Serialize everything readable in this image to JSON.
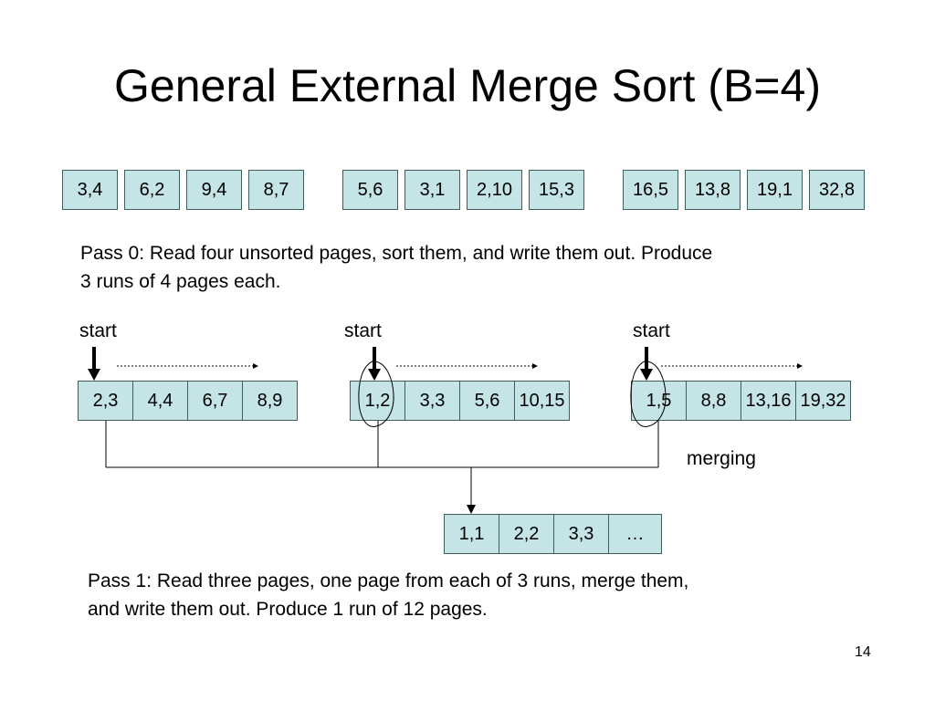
{
  "slide": {
    "title": "General External Merge Sort (B=4)",
    "number": "14"
  },
  "input_pages": [
    "3,4",
    "6,2",
    "9,4",
    "8,7",
    "5,6",
    "3,1",
    "2,10",
    "15,3",
    "16,5",
    "13,8",
    "19,1",
    "32,8"
  ],
  "pass0_text": {
    "line1": "Pass 0: Read four unsorted pages, sort them, and write them out.  Produce",
    "line2": "3 runs of 4 pages each."
  },
  "start_label": "start",
  "runs": [
    [
      "2,3",
      "4,4",
      "6,7",
      "8,9"
    ],
    [
      "1,2",
      "3,3",
      "5,6",
      "10,15"
    ],
    [
      "1,5",
      "8,8",
      "13,16",
      "19,32"
    ]
  ],
  "merging_label": "merging",
  "output_pages": [
    "1,1",
    "2,2",
    "3,3",
    "…"
  ],
  "pass1_text": {
    "line1": "Pass 1: Read three pages, one page from each of 3 runs, merge them,",
    "line2": "and write them out.  Produce 1 run of 12 pages."
  },
  "colors": {
    "page_fill": "#c5e4e6",
    "page_border": "#3f5f5f",
    "lines": "#000000"
  }
}
